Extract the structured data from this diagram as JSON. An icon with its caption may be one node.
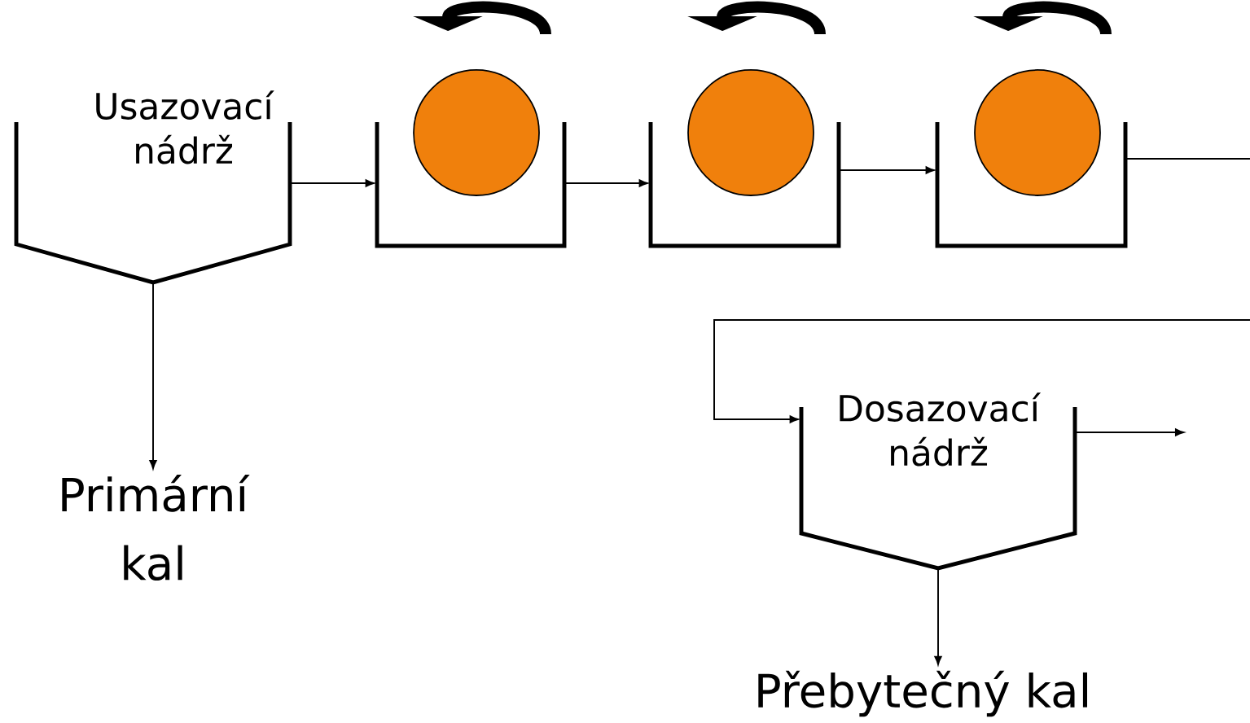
{
  "diagram": {
    "nodes": [
      {
        "text": [
          "Usazovací nádrž"
        ]
      },
      {
        "text": [],
        "shape": "box"
      },
      {
        "text": [],
        "shape": "circle"
      },
      {
        "text": [],
        "shape": "box"
      },
      {
        "text": [],
        "shape": "circle"
      },
      {
        "text": [],
        "shape": "box"
      },
      {
        "text": [],
        "shape": "circle"
      },
      {
        "text": [
          "Primární kal"
        ]
      },
      {
        "text": [
          "Dosazovací nádrž"
        ]
      },
      {
        "text": [
          "Přebytečný kal"
        ]
      }
    ],
    "edges": [
      {
        "from": 0,
        "to": 1,
        "arrow": "to"
      },
      {
        "from": 1,
        "to": 3,
        "arrow": "to"
      },
      {
        "from": 3,
        "to": 5,
        "arrow": "to"
      },
      {
        "from": 5,
        "to": null,
        "arrow": "none"
      },
      {
        "from": null,
        "to": 8,
        "arrow": "to"
      },
      {
        "from": 8,
        "to": null,
        "arrow": "to"
      },
      {
        "from": 0,
        "to": 7,
        "arrow": "to"
      },
      {
        "from": 8,
        "to": 9,
        "arrow": "to"
      }
    ]
  }
}
